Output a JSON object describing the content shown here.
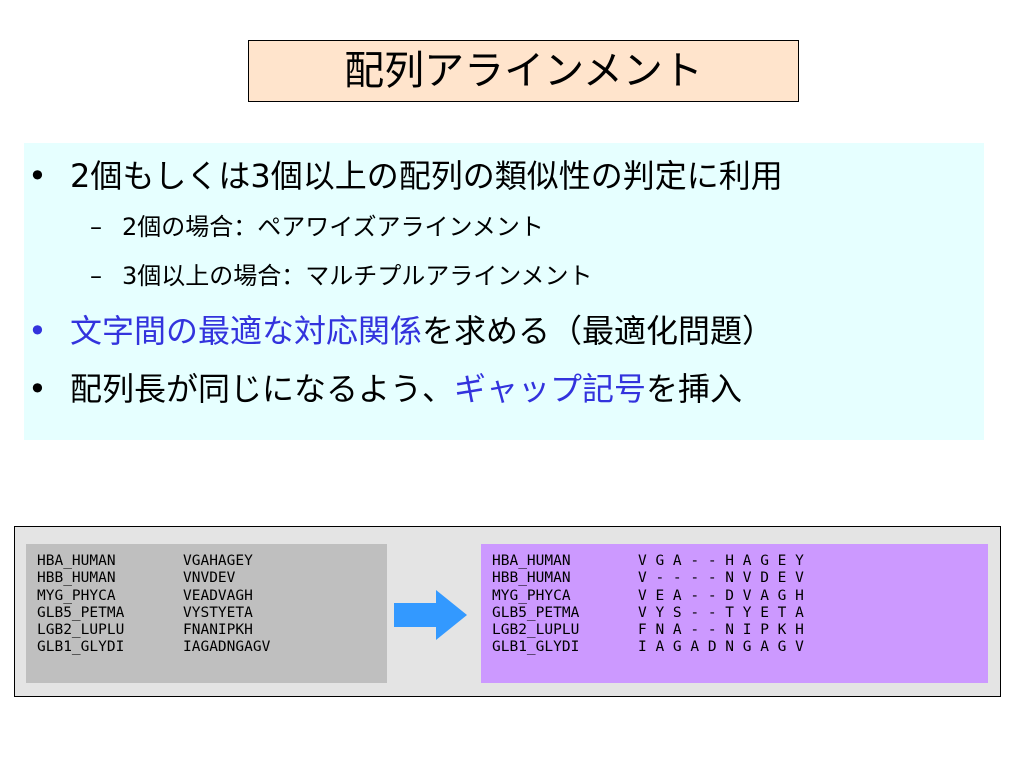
{
  "slide": {
    "title": "配列アラインメント"
  },
  "bullets": {
    "b1": "2個もしくは3個以上の配列の類似性の判定に利用",
    "b1_sub1": "2個の場合：ペアワイズアラインメント",
    "b1_sub2": "3個以上の場合：マルチプルアラインメント",
    "b2_blue": "文字間の最適な対応関係",
    "b2_rest": "を求める（最適化問題）",
    "b3_pre": "配列長が同じになるよう、",
    "b3_blue": "ギャップ記号",
    "b3_post": "を挿入",
    "bullet_symbol": "•",
    "dash_symbol": "–"
  },
  "unaligned": {
    "rows": [
      {
        "name": "HBA_HUMAN",
        "seq": "VGAHAGEY"
      },
      {
        "name": "HBB_HUMAN",
        "seq": "VNVDEV"
      },
      {
        "name": "MYG_PHYCA",
        "seq": "VEADVAGH"
      },
      {
        "name": "GLB5_PETMA",
        "seq": "VYSTYETA"
      },
      {
        "name": "LGB2_LUPLU",
        "seq": "FNANIPKH"
      },
      {
        "name": "GLB1_GLYDI",
        "seq": "IAGADNGAGV"
      }
    ]
  },
  "aligned": {
    "rows": [
      {
        "name": "HBA_HUMAN",
        "seq": "V G A - - H A G E Y"
      },
      {
        "name": "HBB_HUMAN",
        "seq": "V - - - - N V D E V"
      },
      {
        "name": "MYG_PHYCA",
        "seq": "V E A - - D V A G H"
      },
      {
        "name": "GLB5_PETMA",
        "seq": "V Y S - - T Y E T A"
      },
      {
        "name": "LGB2_LUPLU",
        "seq": "F N A - - N I P K H"
      },
      {
        "name": "GLB1_GLYDI",
        "seq": "I A G A D N G A G V"
      }
    ]
  },
  "icons": {
    "arrow": "right-arrow-icon"
  },
  "colors": {
    "title_bg": "#ffe4cc",
    "bullets_bg": "#e6ffff",
    "highlight_text": "#3333dd",
    "panel_bg": "#e4e4e4",
    "unaligned_bg": "#bfbfbf",
    "aligned_bg": "#cc99ff",
    "arrow_fill": "#3399ff"
  }
}
